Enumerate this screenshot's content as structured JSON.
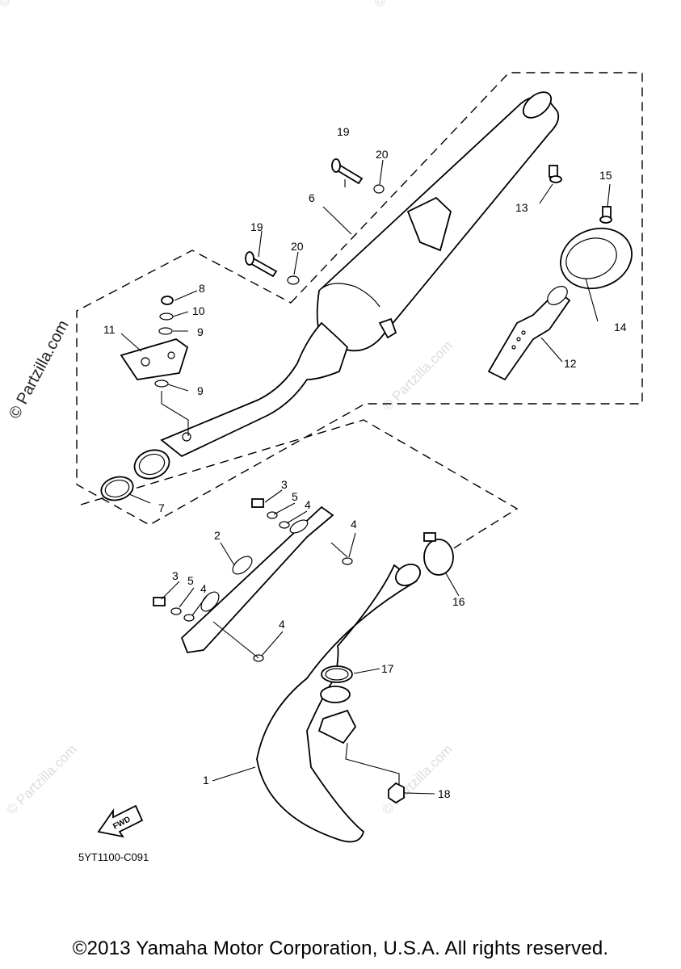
{
  "diagram": {
    "watermarks": {
      "main": "© Partzilla.com",
      "faint": "© Partzilla.com"
    },
    "callouts": {
      "p1": "1",
      "p2": "2",
      "p3a": "3",
      "p3b": "3",
      "p4a": "4",
      "p4b": "4",
      "p4c": "4",
      "p4d": "4",
      "p5a": "5",
      "p5b": "5",
      "p6": "6",
      "p7": "7",
      "p8": "8",
      "p9a": "9",
      "p9b": "9",
      "p10": "10",
      "p11": "11",
      "p12": "12",
      "p13": "13",
      "p14": "14",
      "p15": "15",
      "p16": "16",
      "p17": "17",
      "p18": "18",
      "p19a": "19",
      "p19b": "19",
      "p20a": "20",
      "p20b": "20"
    },
    "fwd_label": "FWD",
    "diagram_code": "5YT1100-C091"
  },
  "footer": {
    "copyright": "©2013 Yamaha Motor Corporation, U.S.A. All rights reserved."
  }
}
